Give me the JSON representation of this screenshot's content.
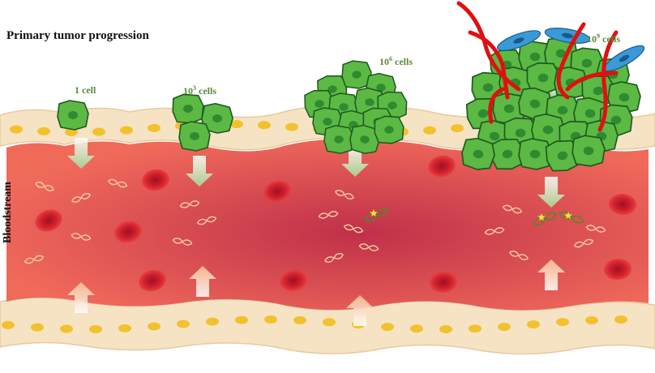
{
  "title": "Primary tumor progression",
  "side_label": "Bloodstream",
  "stages": [
    {
      "base": "1 cell",
      "exp": ""
    },
    {
      "base": "10",
      "exp": "3",
      "suffix": " cells"
    },
    {
      "base": "10",
      "exp": "6",
      "suffix": " cells"
    },
    {
      "base": "10",
      "exp": "9",
      "suffix": " cells"
    }
  ],
  "colors": {
    "vessel_wall": "#f6e3c4",
    "nucleus_wall": "#f2c12e",
    "blood": "#e0505a",
    "blood_dark": "#c0304a",
    "rbc": "#c8182a",
    "tumor_cell": "#5cb944",
    "tumor_nucleus": "#2f8a30",
    "arrow_down": "#a8d08d",
    "arrow_up": "#f7c9a0",
    "capillary": "#e01010",
    "stromal": "#3a9ad8"
  }
}
